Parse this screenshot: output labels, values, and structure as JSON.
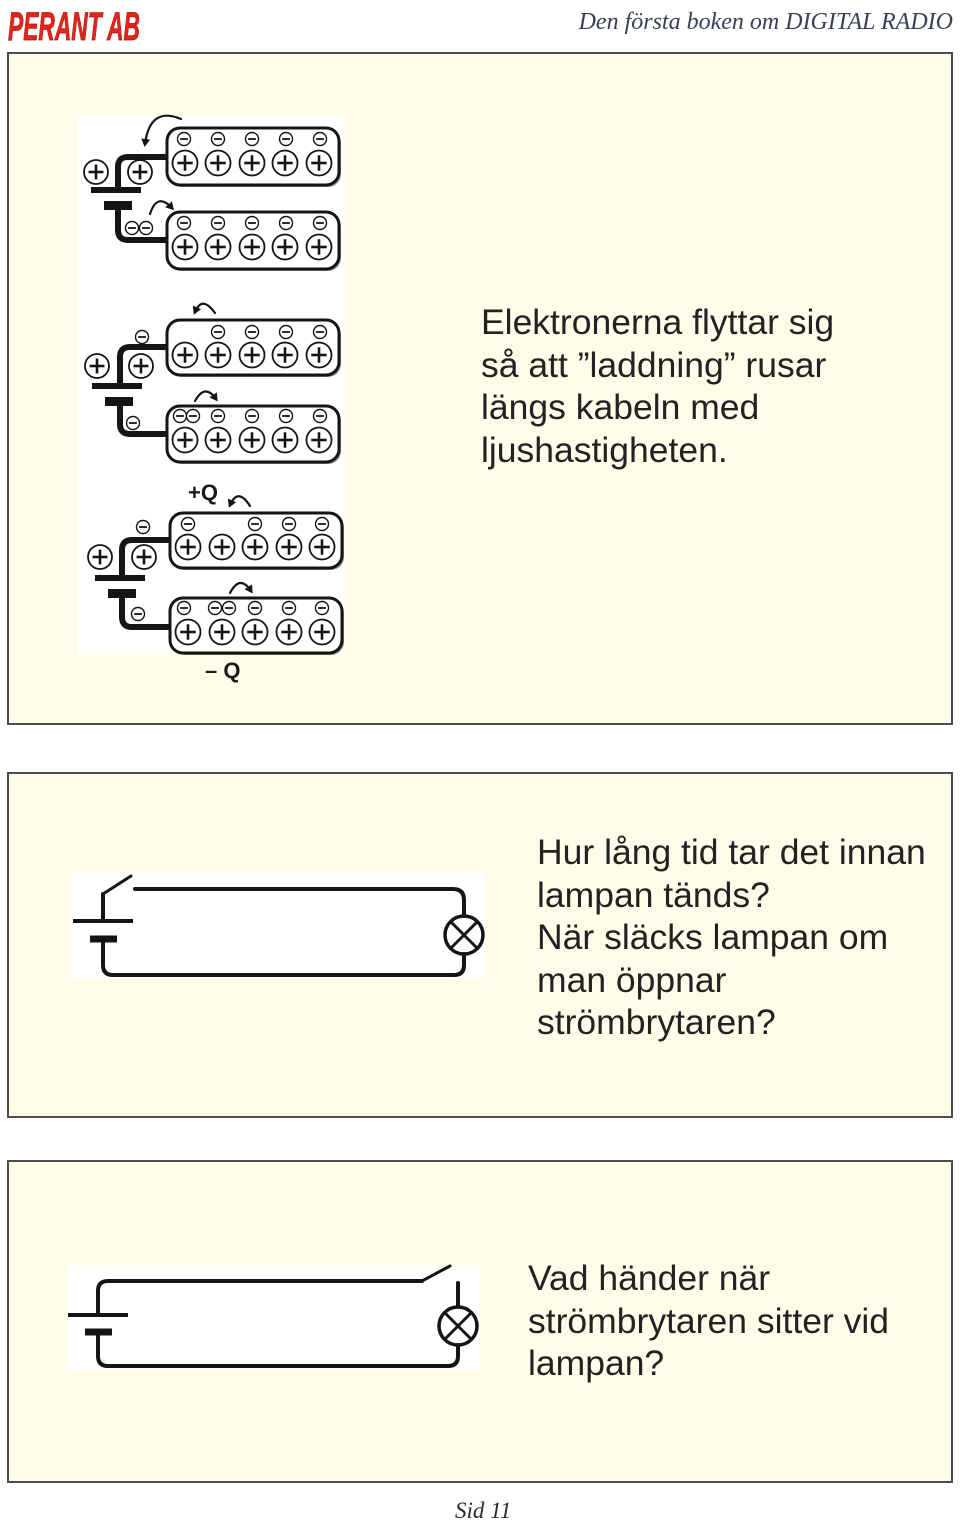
{
  "header": {
    "logo": "PERANT AB",
    "book_title": "Den första boken om DIGITAL RADIO"
  },
  "colors": {
    "panel_background": "#fffce9",
    "panel_border": "#4d4d4d",
    "logo": "#e0261b",
    "header_text": "#384057",
    "ink": "#151515"
  },
  "panels": [
    {
      "labels": {
        "plus_q": "+Q",
        "minus_q": "– Q"
      },
      "text_lines": [
        "Elektronerna flyttar sig",
        "så att ”laddning” rusar",
        "längs kabeln med",
        "ljushastigheten."
      ]
    },
    {
      "text_lines": [
        "Hur lång tid tar det innan",
        "lampan tänds?",
        "När släcks lampan om",
        "man öppnar",
        "strömbrytaren?"
      ]
    },
    {
      "text_lines": [
        "Vad händer när",
        "strömbrytaren sitter vid",
        "lampan?"
      ]
    }
  ],
  "footer": {
    "page": "Sid 11"
  }
}
